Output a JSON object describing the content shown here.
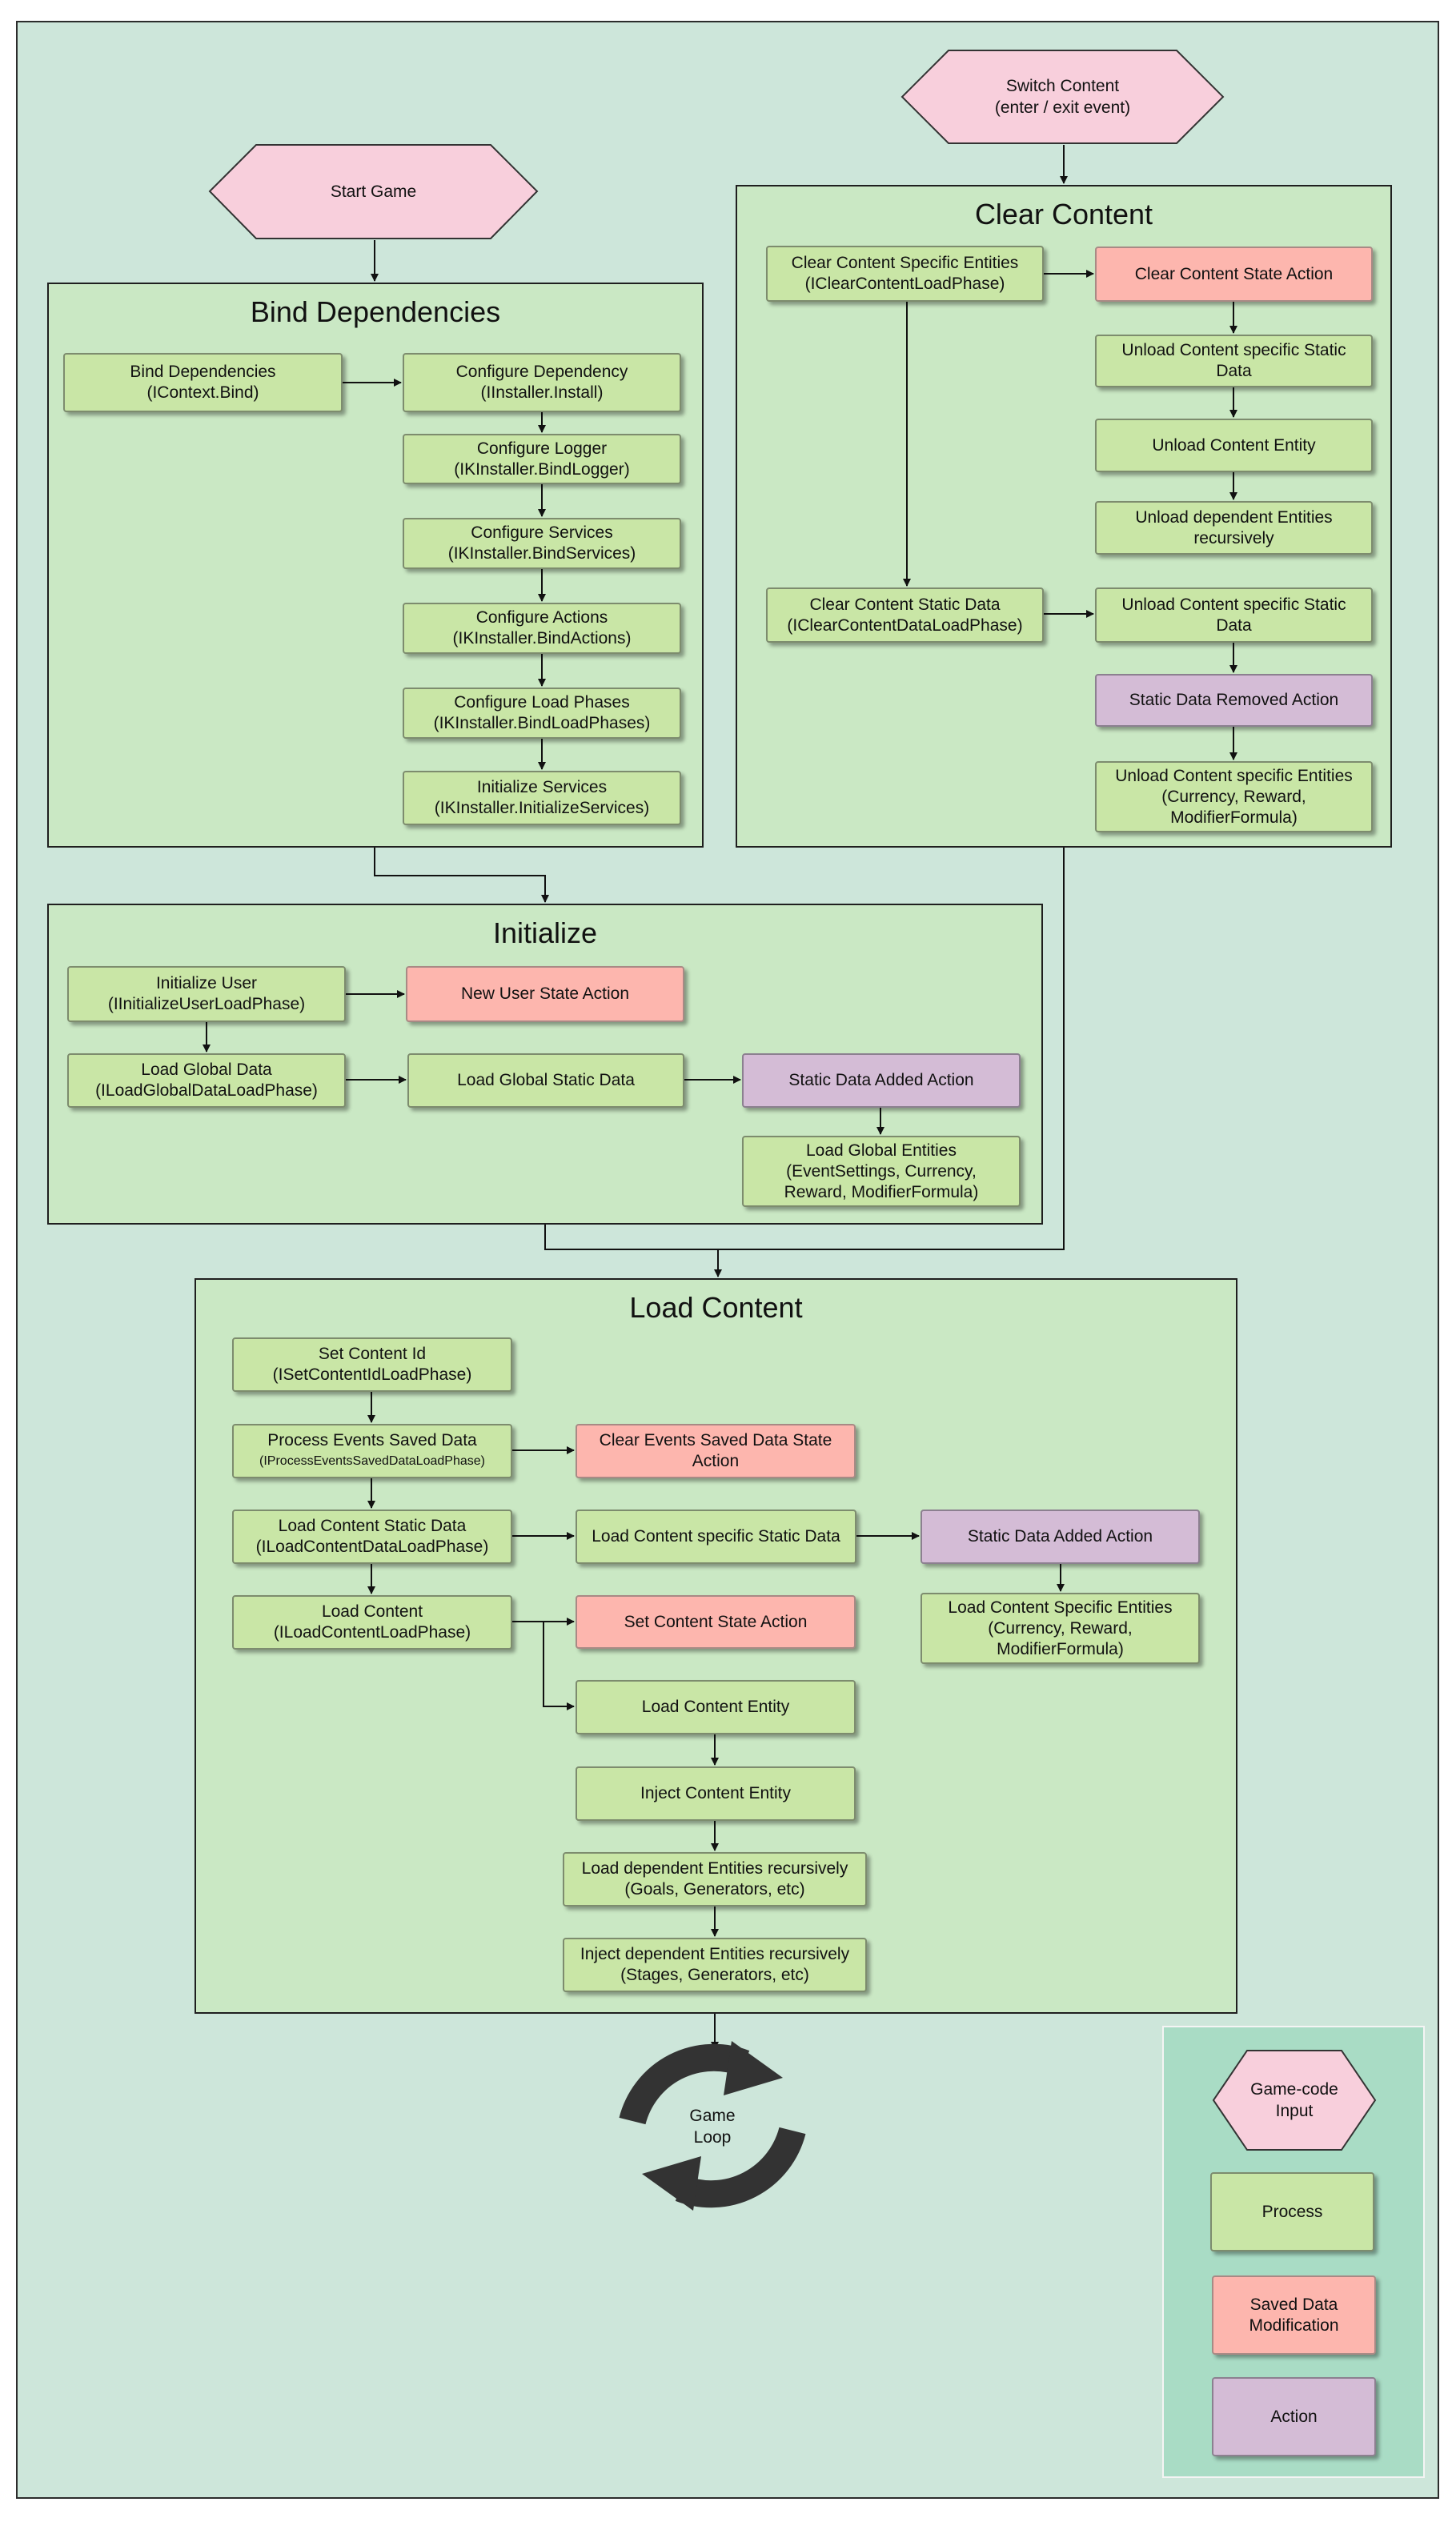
{
  "start_nodes": {
    "start_game": "Start Game",
    "switch_content": "Switch Content\n(enter / exit event)"
  },
  "groups": {
    "bind_dependencies": {
      "title": "Bind Dependencies",
      "nodes": [
        "Bind Dependencies\n(IContext.Bind)",
        "Configure Dependency\n(IInstaller.Install)",
        "Configure Logger\n(IKInstaller.BindLogger)",
        "Configure Services\n(IKInstaller.BindServices)",
        "Configure Actions\n(IKInstaller.BindActions)",
        "Configure Load Phases\n(IKInstaller.BindLoadPhases)",
        "Initialize Services\n(IKInstaller.InitializeServices)"
      ]
    },
    "clear_content": {
      "title": "Clear Content",
      "nodes": [
        "Clear Content Specific Entities\n(IClearContentLoadPhase)",
        "Clear Content State Action",
        "Unload Content specific Static\nData",
        "Unload Content Entity",
        "Unload dependent Entities\nrecursively",
        "Clear Content Static Data\n(IClearContentDataLoadPhase)",
        "Unload Content specific Static\nData",
        "Static Data Removed Action",
        "Unload Content specific Entities\n(Currency, Reward,\nModifierFormula)"
      ]
    },
    "initialize": {
      "title": "Initialize",
      "nodes": [
        "Initialize User\n(IInitializeUserLoadPhase)",
        "New User State Action",
        "Load Global Data\n(ILoadGlobalDataLoadPhase)",
        "Load Global Static Data",
        "Static Data Added Action",
        "Load Global Entities\n(EventSettings, Currency,\nReward, ModifierFormula)"
      ]
    },
    "load_content": {
      "title": "Load Content",
      "nodes": [
        "Set Content Id\n(ISetContentIdLoadPhase)",
        "Process Events Saved Data",
        "(IProcessEventsSavedDataLoadPhase)",
        "Clear Events Saved Data State\nAction",
        "Load Content Static Data\n(ILoadContentDataLoadPhase)",
        "Load Content specific Static Data",
        "Static Data Added Action",
        "Load Content\n(ILoadContentLoadPhase)",
        "Set Content State Action",
        "Load Content Specific Entities\n(Currency, Reward,\nModifierFormula)",
        "Load Content Entity",
        "Inject Content Entity",
        "Load dependent Entities recursively\n(Goals, Generators, etc)",
        "Inject dependent Entities recursively\n(Stages, Generators, etc)"
      ]
    }
  },
  "game_loop": {
    "line1": "Game",
    "line2": "Loop"
  },
  "legend": {
    "input": "Game-code\nInput",
    "process": "Process",
    "saved": "Saved Data\nModification",
    "action": "Action"
  },
  "colors": {
    "frame_bg": "#cde6da",
    "group_bg": "#cae8c4",
    "process": "#c9e6a6",
    "saved_data": "#fdb6ae",
    "action": "#d4bcd6",
    "input": "#f8cfdc",
    "legend_bg": "#a9dcc5"
  }
}
